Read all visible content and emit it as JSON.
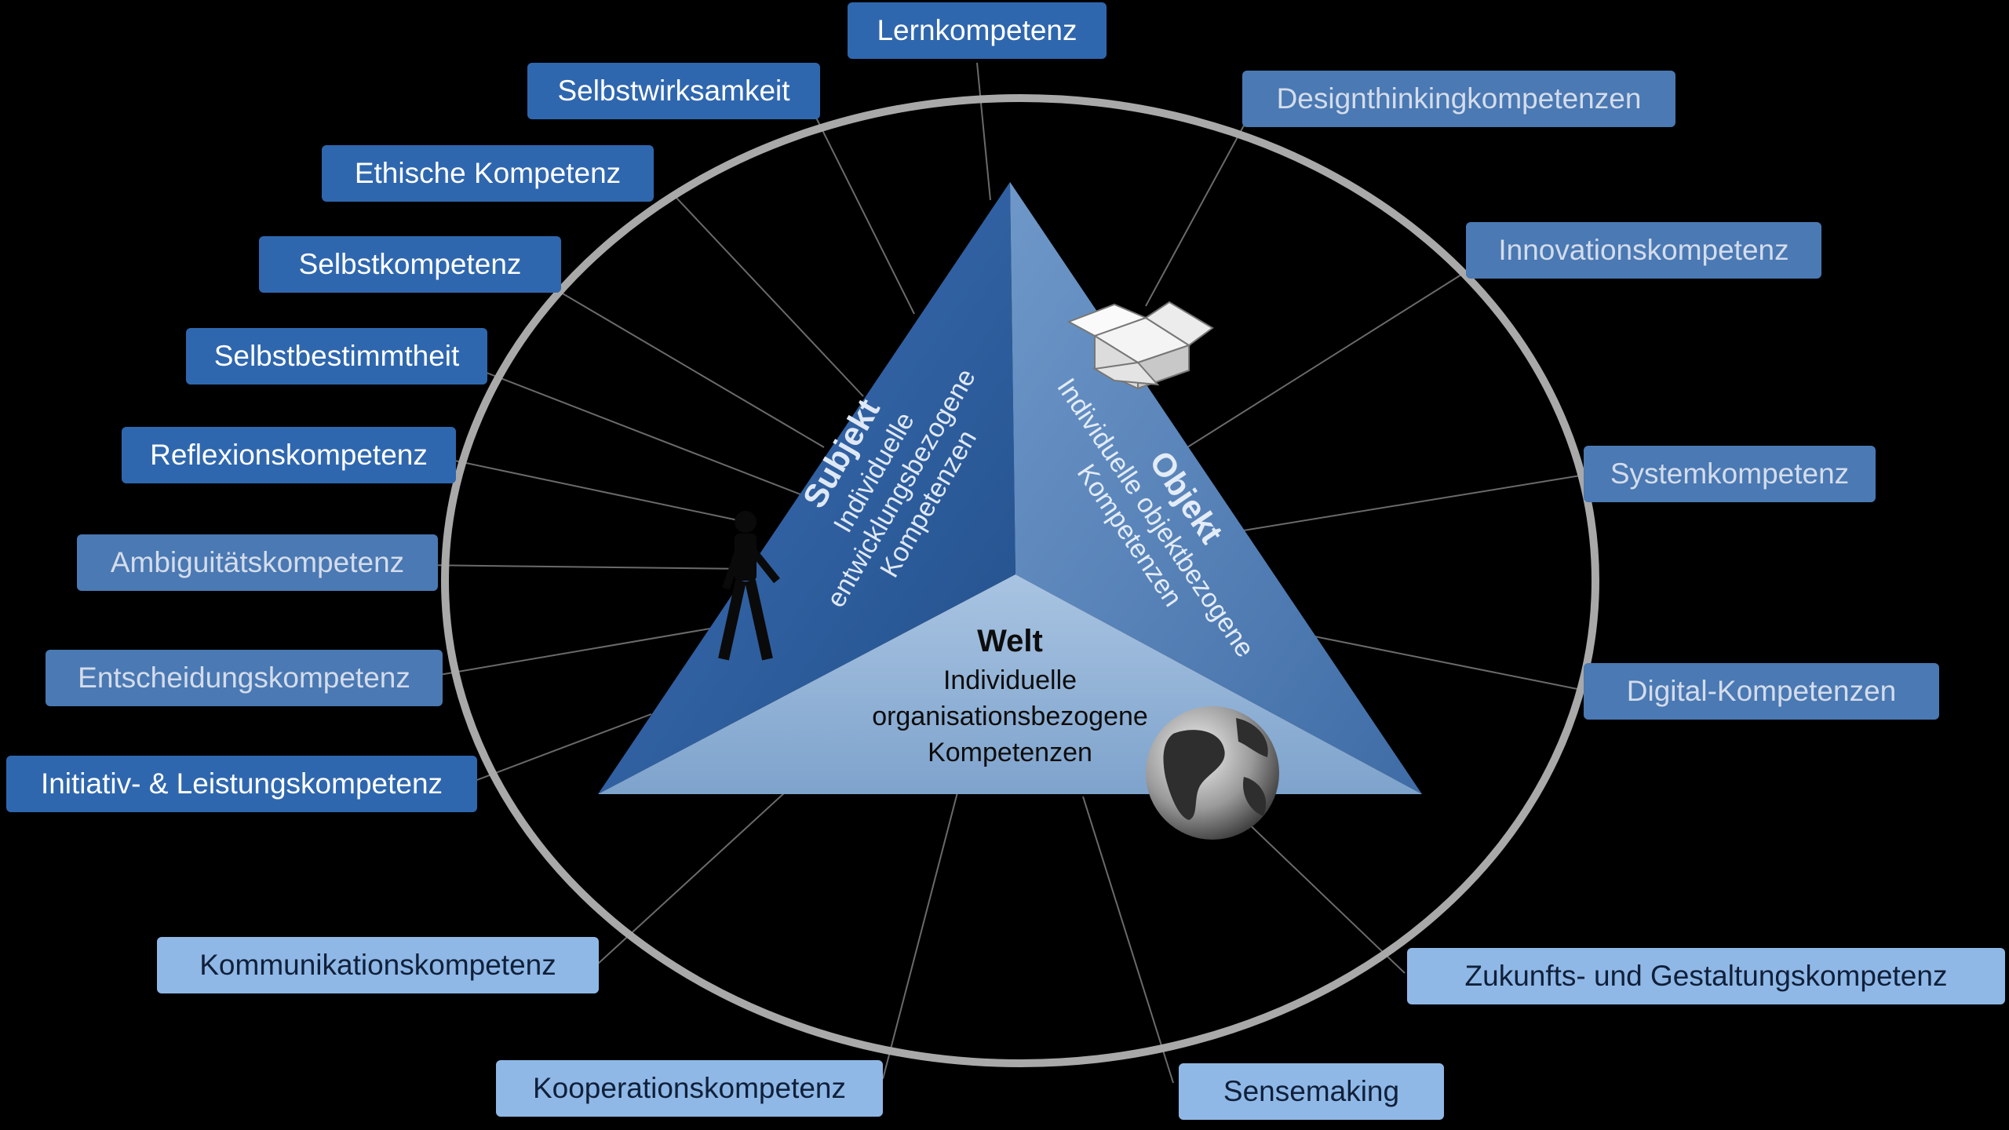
{
  "labels": [
    {
      "id": "lern",
      "text": "Lernkompetenz",
      "style": "dark"
    },
    {
      "id": "selbstwirk",
      "text": "Selbstwirksamkeit",
      "style": "dark"
    },
    {
      "id": "design",
      "text": "Designthinkingkompetenzen",
      "style": "mid"
    },
    {
      "id": "ethisch",
      "text": "Ethische Kompetenz",
      "style": "dark"
    },
    {
      "id": "innovation",
      "text": "Innovationskompetenz",
      "style": "mid"
    },
    {
      "id": "selbstkomp",
      "text": "Selbstkompetenz",
      "style": "dark"
    },
    {
      "id": "selbstbest",
      "text": "Selbstbestimmtheit",
      "style": "dark"
    },
    {
      "id": "reflexion",
      "text": "Reflexionskompetenz",
      "style": "dark"
    },
    {
      "id": "system",
      "text": "Systemkompetenz",
      "style": "mid"
    },
    {
      "id": "ambig",
      "text": "Ambiguitätskompetenz",
      "style": "mid"
    },
    {
      "id": "entscheid",
      "text": "Entscheidungskompetenz",
      "style": "mid"
    },
    {
      "id": "digital",
      "text": "Digital-Kompetenzen",
      "style": "mid"
    },
    {
      "id": "initiativ",
      "text": "Initiativ- & Leistungskompetenz",
      "style": "dark"
    },
    {
      "id": "kommunikation",
      "text": "Kommunikationskompetenz",
      "style": "light"
    },
    {
      "id": "zukunft",
      "text": "Zukunfts- und Gestaltungskompetenz",
      "style": "light"
    },
    {
      "id": "kooperation",
      "text": "Kooperationskompetenz",
      "style": "light"
    },
    {
      "id": "sense",
      "text": "Sensemaking",
      "style": "light"
    }
  ],
  "subjekt": {
    "title": "Subjekt",
    "line1": "Individuelle",
    "line2": "entwicklungsbezogene",
    "line3": "Kompetenzen"
  },
  "objekt": {
    "title": "Objekt",
    "line1": "Individuelle objektbezogene",
    "line2": "Kompetenzen"
  },
  "welt": {
    "title": "Welt",
    "line1": "Individuelle",
    "line2": "organisationsbezogene",
    "line3": "Kompetenzen"
  },
  "colors": {
    "background": "#000000",
    "ring": "#a9a9a9",
    "label_dark": "#2f67ae",
    "label_mid": "#4a79b3",
    "label_light": "#8fb8e6",
    "face_left": "#2c5f9f",
    "face_right": "#5d88bd",
    "face_bottom": "#8fb0d4"
  }
}
